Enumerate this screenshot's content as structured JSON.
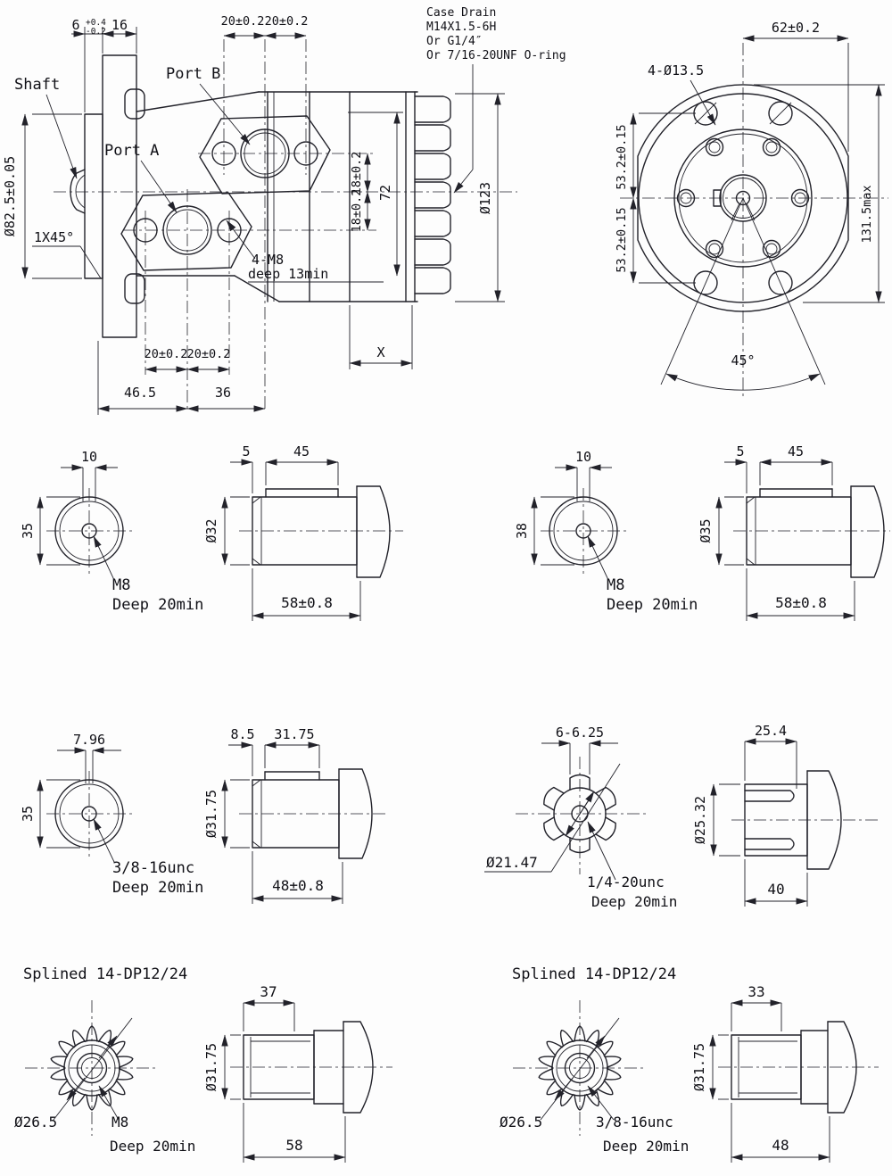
{
  "drawing": {
    "kind": "hydraulic-motor-dimensional-drawing"
  },
  "side_view": {
    "shaft_label": "Shaft",
    "port_a": "Port A",
    "port_b": "Port B",
    "dim_flange_thk": "6",
    "tol_plus": "+0.4",
    "tol_minus": "-0.2",
    "dim_16": "16",
    "dim_top_left": "20±0.2",
    "dim_top_right": "20±0.2",
    "case_drain": {
      "l1": "Case Drain",
      "l2": "M14X1.5-6H",
      "l3": "Or G1/4″",
      "l4": "Or 7/16-20UNF O-ring"
    },
    "dia_pilot": "Ø82.5±0.05",
    "chamfer": "1X45°",
    "bolt_thread": "4-M8",
    "bolt_depth": "deep 13min",
    "dim_18_upper": "18±0.2",
    "dim_18_lower": "18±0.2",
    "dim_72": "72",
    "dia_body": "Ø123",
    "dim_bottom_left": "20±0.2",
    "dim_bottom_right": "20±0.2",
    "dim_46_5": "46.5",
    "dim_36": "36",
    "dim_x": "X"
  },
  "rear_view": {
    "dim_62": "62±0.2",
    "holes": "4-Ø13.5",
    "dim_53_upper": "53.2±0.15",
    "dim_53_lower": "53.2±0.15",
    "dim_height": "131.5max",
    "dim_angle": "45°"
  },
  "shafts": {
    "s1": {
      "key": "10",
      "flat": "35",
      "thread": "M8",
      "depth": "Deep 20min",
      "d1": "5",
      "d2": "45",
      "dia": "Ø32",
      "len": "58±0.8"
    },
    "s2": {
      "key": "10",
      "flat": "38",
      "thread": "M8",
      "depth": "Deep 20min",
      "d1": "5",
      "d2": "45",
      "dia": "Ø35",
      "len": "58±0.8"
    },
    "s3": {
      "key": "7.96",
      "flat": "35",
      "thread": "3/8-16unc",
      "depth": "Deep 20min",
      "d1": "8.5",
      "d2": "31.75",
      "dia": "Ø31.75",
      "len": "48±0.8"
    },
    "s4": {
      "key": "6-6.25",
      "minor": "Ø21.47",
      "thread": "1/4-20unc",
      "depth": "Deep 20min",
      "d2": "25.4",
      "dia": "Ø25.32",
      "len": "40"
    },
    "s5": {
      "title": "Splined 14-DP12/24",
      "minor": "Ø26.5",
      "thread": "M8",
      "depth": "Deep 20min",
      "d2": "37",
      "dia": "Ø31.75",
      "len": "58"
    },
    "s6": {
      "title": "Splined 14-DP12/24",
      "minor": "Ø26.5",
      "thread": "3/8-16unc",
      "depth": "Deep 20min",
      "d2": "33",
      "dia": "Ø31.75",
      "len": "48"
    }
  }
}
